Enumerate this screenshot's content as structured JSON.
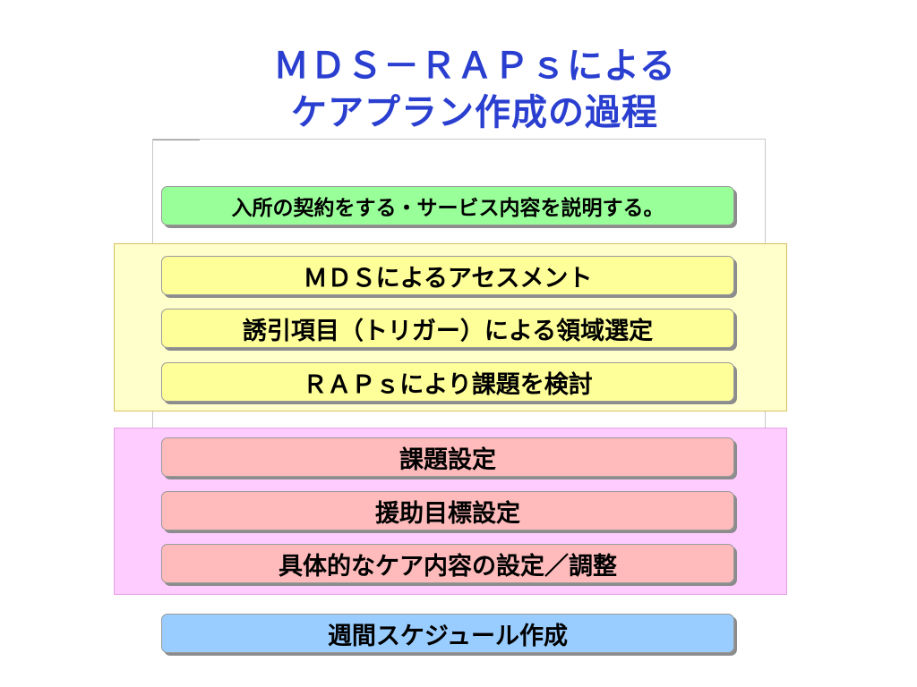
{
  "title": {
    "line1": "ＭＤＳ－ＲＡＰｓによる",
    "line2": "ケアプラン作成の過程"
  },
  "steps": [
    {
      "label": "入所の契約をする・サービス内容を説明する。",
      "color": "#99ff99"
    },
    {
      "label": "ＭＤＳによるアセスメント",
      "color": "#ffff99"
    },
    {
      "label": "誘引項目（トリガー）による領域選定",
      "color": "#ffff99"
    },
    {
      "label": "ＲＡＰｓにより課題を検討",
      "color": "#ffff99"
    },
    {
      "label": "課題設定",
      "color": "#ffbbbb"
    },
    {
      "label": "援助目標設定",
      "color": "#ffbbbb"
    },
    {
      "label": "具体的なケア内容の設定／調整",
      "color": "#ffbbbb"
    },
    {
      "label": "週間スケジュール作成",
      "color": "#99ccff"
    }
  ],
  "groups": [
    {
      "name": "assessment-group",
      "color": "#ffffcc"
    },
    {
      "name": "planning-group",
      "color": "#ffccff"
    }
  ]
}
